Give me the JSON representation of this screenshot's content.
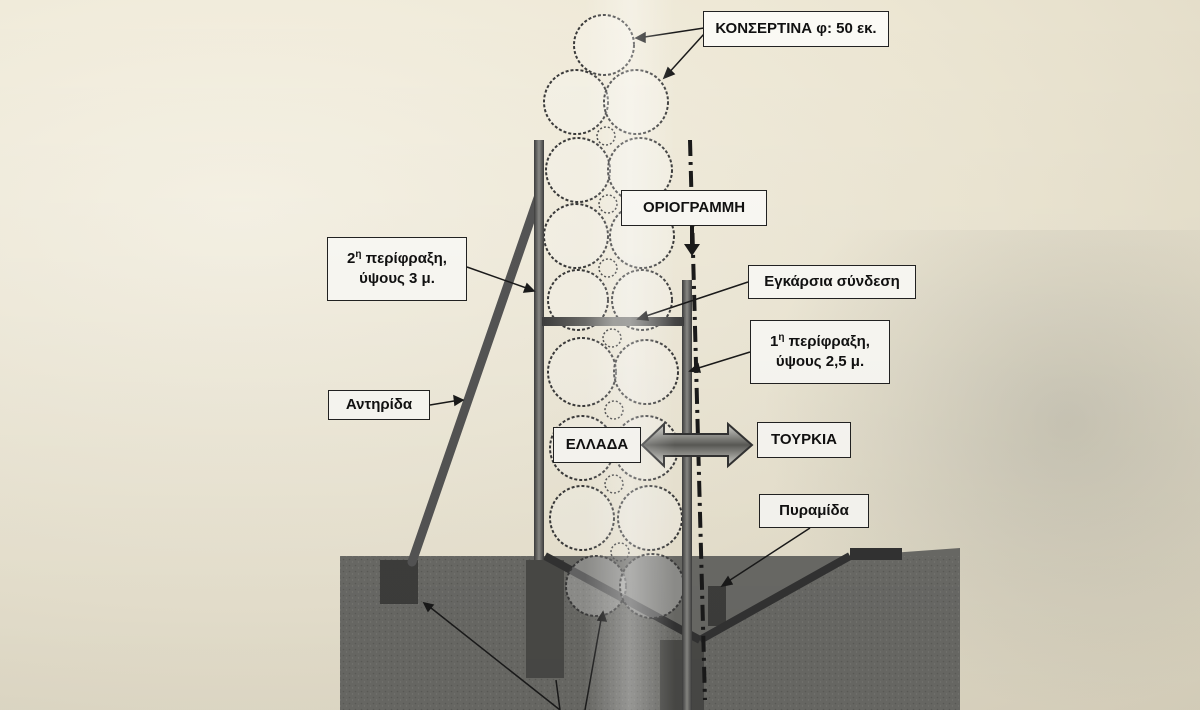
{
  "labels": {
    "concertina": "ΚΟΝΣΕΡΤΙΝΑ φ: 50 εκ.",
    "border_line": "ΟΡΙΟΓΡΑΜΜΗ",
    "second_fence_line1_num": "2",
    "second_fence_line1_sup": "η",
    "second_fence_line1_rest": " περίφραξη,",
    "second_fence_line2": "ύψους 3 μ.",
    "cross_connection": "Εγκάρσια σύνδεση",
    "first_fence_line1_num": "1",
    "first_fence_line1_sup": "η",
    "first_fence_line1_rest": " περίφραξη,",
    "first_fence_line2": "ύψους 2,5 μ.",
    "buttress": "Αντηρίδα",
    "greece": "ΕΛΛΑΔΑ",
    "turkey": "ΤΟΥΡΚΙΑ",
    "pyramid": "Πυραμίδα"
  },
  "colors": {
    "paper": "#ece6d3",
    "ground": "#6e6e6a",
    "ink": "#222222",
    "label_bg": "#fbfaf5"
  }
}
